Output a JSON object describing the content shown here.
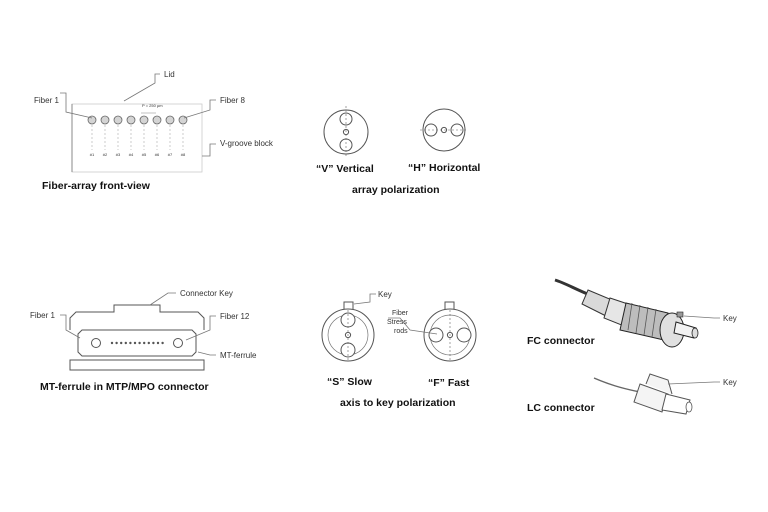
{
  "fiber_array": {
    "label_fiber_first": "Fiber 1",
    "label_fiber_last": "Fiber 8",
    "label_lid": "Lid",
    "label_vgroove": "V-groove block",
    "label_pitch": "P = 250 µm",
    "fiber_ids": [
      "#1",
      "#2",
      "#3",
      "#4",
      "#5",
      "#6",
      "#7",
      "#8"
    ],
    "caption": "Fiber-array front-view"
  },
  "array_polarization": {
    "vertical_label": "“V” Vertical",
    "horizontal_label": "“H” Horizontal",
    "caption": "array polarization"
  },
  "mt_ferrule": {
    "label_connector_key": "Connector Key",
    "label_fiber_first": "Fiber 1",
    "label_fiber_last": "Fiber 12",
    "label_mt_ferrule": "MT-ferrule",
    "caption": "MT-ferrule in MTP/MPO connector"
  },
  "key_polarization": {
    "key_label": "Key",
    "stress_rods_label": [
      "Fiber",
      "Stress",
      "rods"
    ],
    "slow_label": "“S” Slow",
    "fast_label": "“F” Fast",
    "caption": "axis to key polarization"
  },
  "connectors": {
    "fc_caption": "FC connector",
    "fc_key_label": "Key",
    "lc_caption": "LC connector",
    "lc_key_label": "Key"
  }
}
